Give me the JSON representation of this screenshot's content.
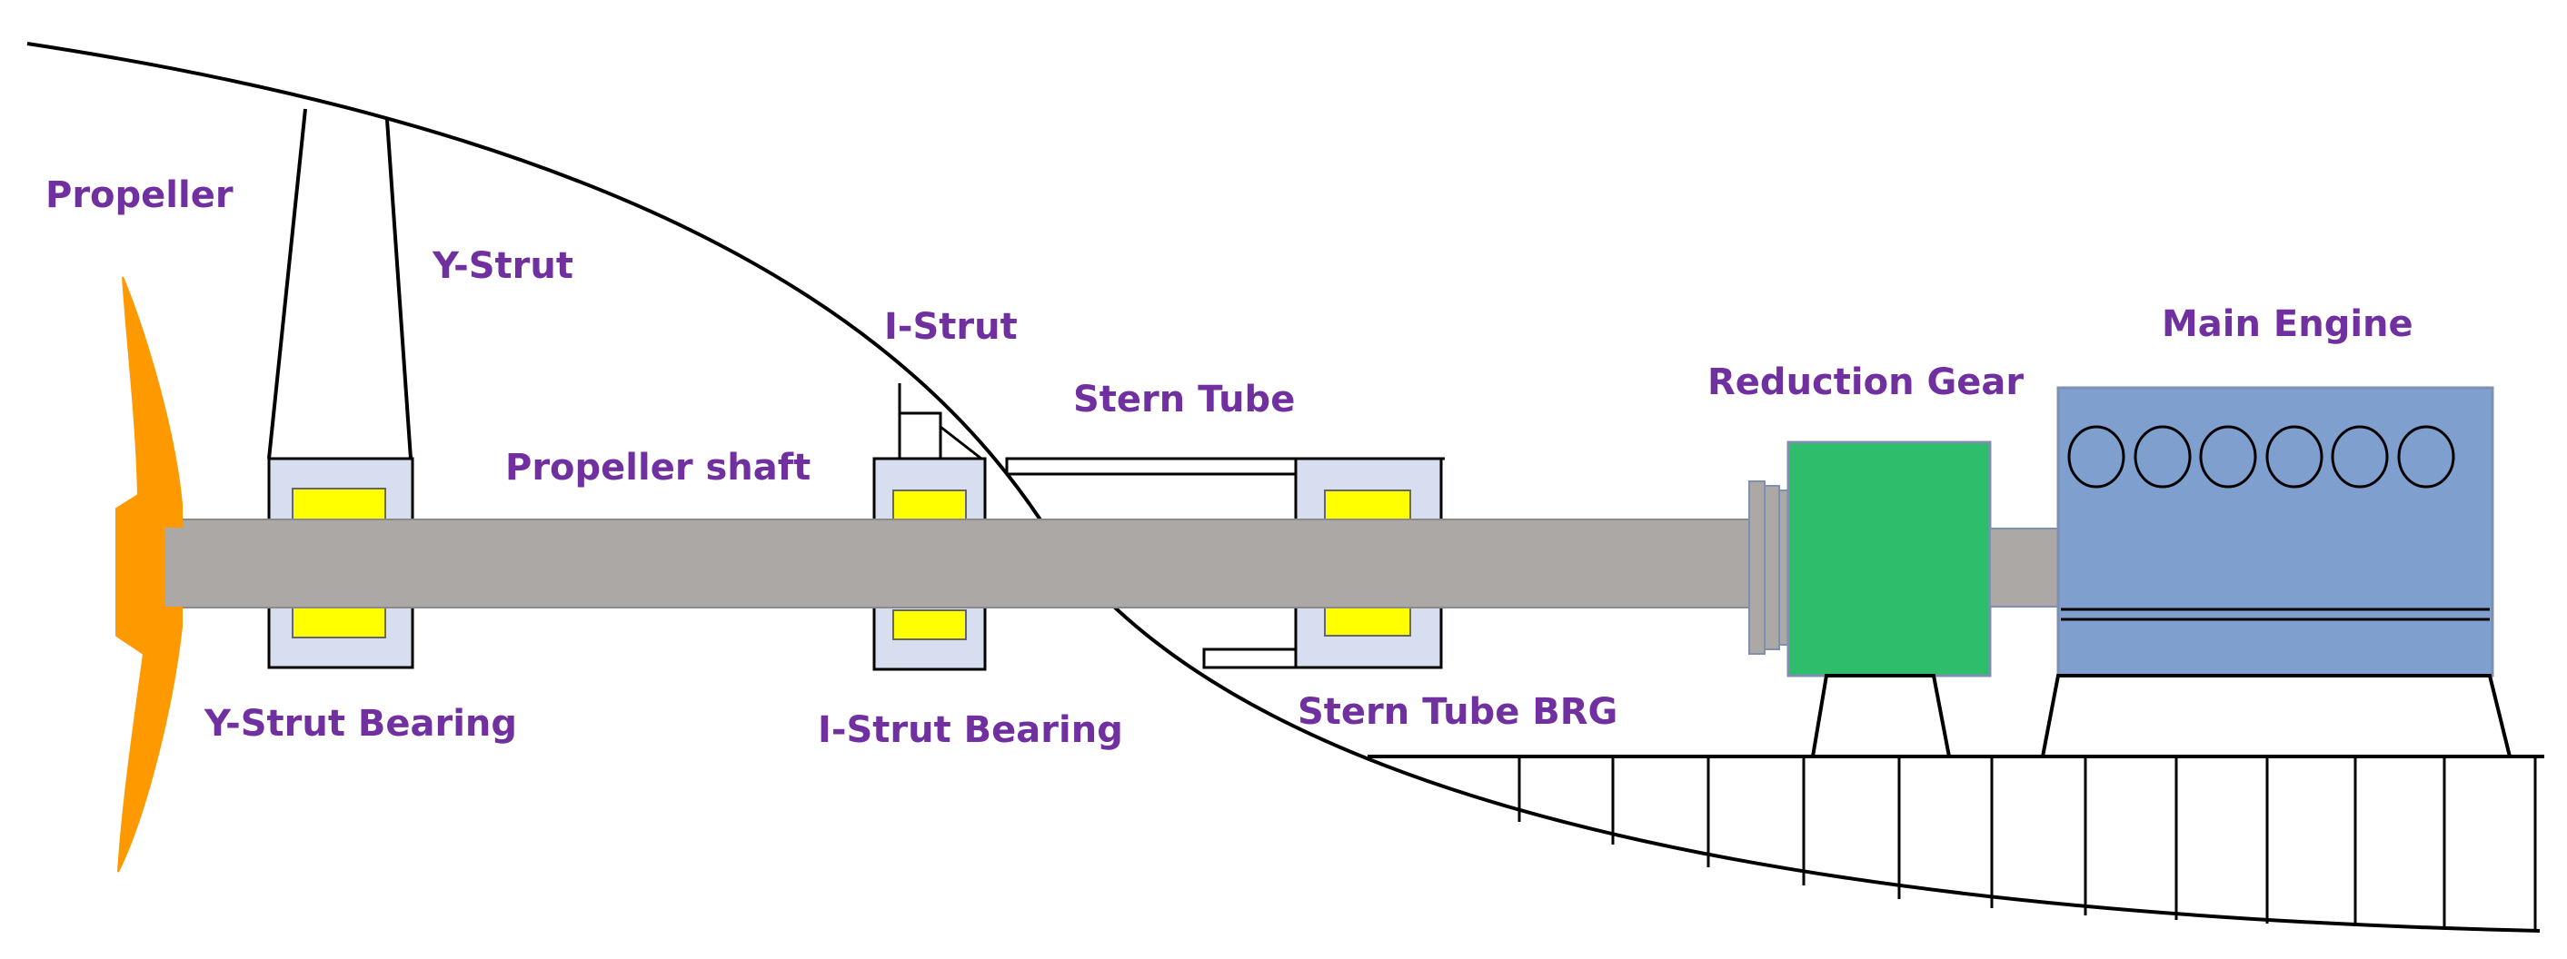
{
  "colors": {
    "label": "#7030A0",
    "propeller": "#FF9900",
    "shaft": "#ABA8A6",
    "bearing_housing": "#D6DEF0",
    "bearing_liner": "#FFFF00",
    "reduction_gear": "#2EBD6B",
    "engine": "#7F9FCF",
    "outline": "#000000"
  },
  "labels": {
    "propeller": "Propeller",
    "y_strut": "Y-Strut",
    "i_strut": "I-Strut",
    "stern_tube": "Stern Tube",
    "reduction_gear": "Reduction Gear",
    "main_engine": "Main Engine",
    "propeller_shaft": "Propeller shaft",
    "y_strut_bearing": "Y-Strut Bearing",
    "i_strut_bearing": "I-Strut Bearing",
    "stern_tube_brg": "Stern Tube BRG"
  },
  "icons": {
    "engine_cylinders": "circle-icon"
  }
}
